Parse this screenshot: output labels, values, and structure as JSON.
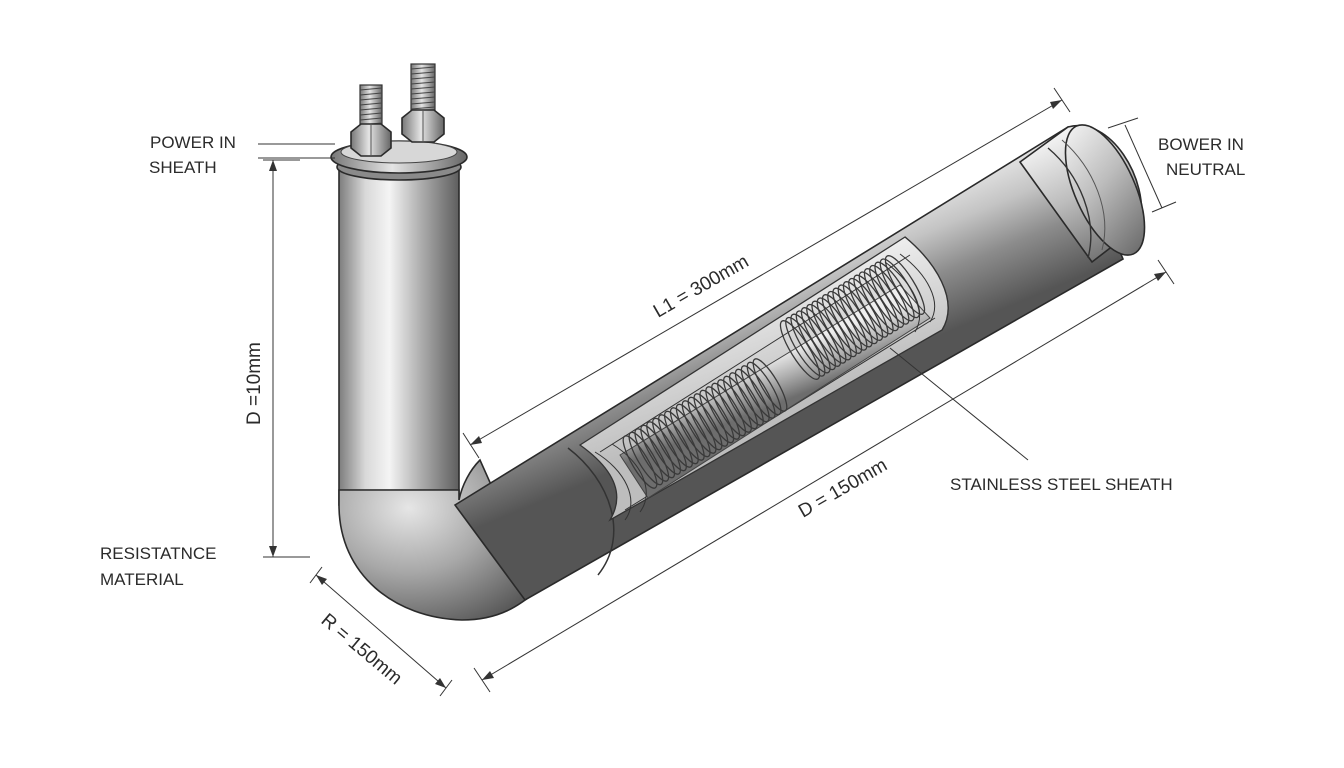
{
  "labels": {
    "power_in_sheath_line1": "POWER IN",
    "power_in_sheath_line2": "SHEATH",
    "power_in_neutral_line1": "BOWER IN",
    "power_in_neutral_line2": "NEUTRAL",
    "resistance_line1": "RESISTATNCE",
    "resistance_line2": "MATERIAL",
    "stainless": "STAINLESS STEEL SHEATH"
  },
  "dimensions": {
    "length_l1": "L1 = 300mm",
    "vertical_d": "D =10mm",
    "diagonal_d": "D = 150mm",
    "radius_r": "R = 150mm"
  }
}
